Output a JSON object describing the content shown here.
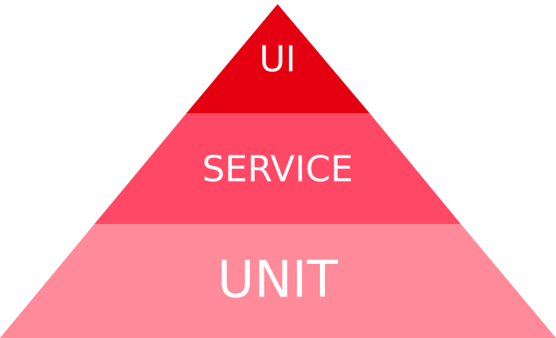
{
  "pyramid": {
    "tiers": [
      {
        "label": "UI",
        "color": "#e40010"
      },
      {
        "label": "SERVICE",
        "color": "#ff4866"
      },
      {
        "label": "UNIT",
        "color": "#ff8a9a"
      }
    ]
  }
}
